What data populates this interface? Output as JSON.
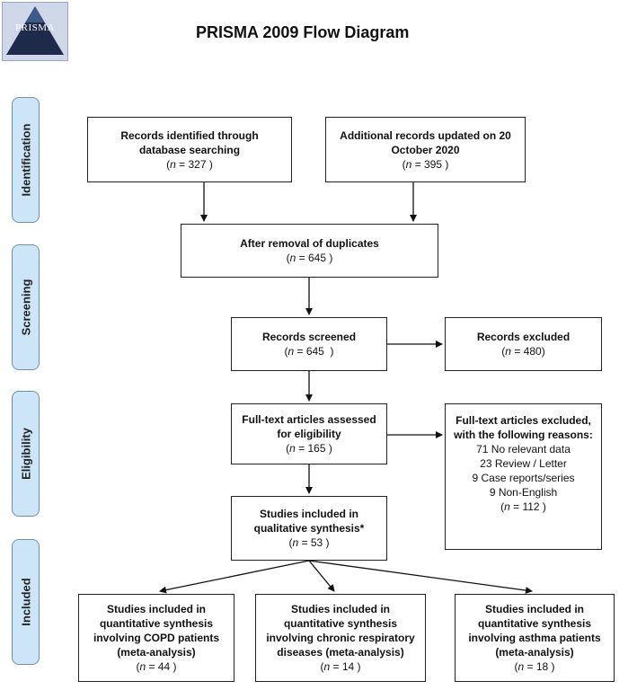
{
  "logo": {
    "text": "PRISMA"
  },
  "title": "PRISMA 2009 Flow Diagram",
  "stages": {
    "identification": "Identification",
    "screening": "Screening",
    "eligibility": "Eligibility",
    "included": "Included"
  },
  "boxes": {
    "database": {
      "line1": "Records identified through",
      "line2": "database searching",
      "n": "327"
    },
    "additional": {
      "line1": "Additional records updated on 20",
      "line2": "October 2020",
      "n": "395"
    },
    "duplicates": {
      "line1": "After removal of duplicates",
      "n": "645"
    },
    "screened": {
      "line1": "Records screened",
      "n": "645"
    },
    "excluded": {
      "line1": "Records excluded",
      "n": "480"
    },
    "fulltext": {
      "line1": "Full-text articles assessed",
      "line2": "for eligibility",
      "n": "165"
    },
    "fulltext_excluded": {
      "line1": "Full-text articles excluded,",
      "line2": "with the following reasons:",
      "reasons": [
        "71 No relevant data",
        "23 Review / Letter",
        "9 Case reports/series",
        "9 Non-English"
      ],
      "n": "112"
    },
    "qualitative": {
      "line1": "Studies included in",
      "line2": "qualitative synthesis*",
      "n": "53"
    },
    "copd": {
      "line1": "Studies included in",
      "line2": "quantitative synthesis",
      "line3": "involving COPD patients",
      "line4": "(meta-analysis)",
      "n": "44"
    },
    "chronic": {
      "line1": "Studies included in",
      "line2": "quantitative synthesis",
      "line3": "involving chronic respiratory",
      "line4": "diseases (meta-analysis)",
      "n": "14"
    },
    "asthma": {
      "line1": "Studies included in",
      "line2": "quantitative synthesis",
      "line3": "involving asthma patients",
      "line4": "(meta-analysis)",
      "n": "18"
    }
  }
}
